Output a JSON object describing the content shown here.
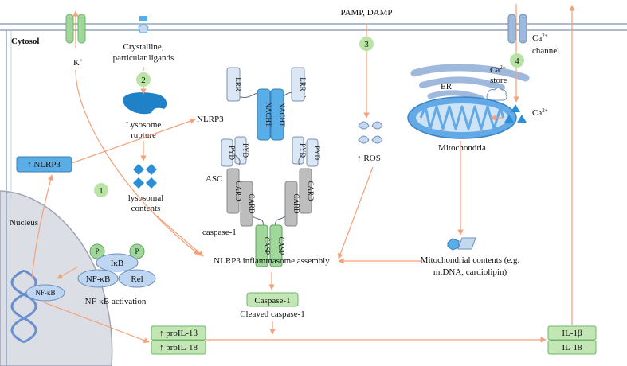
{
  "labels": {
    "cytosol": "Cytosol",
    "pamp_damp": "PAMP, DAMP",
    "k_plus": "K",
    "k_sup": "+",
    "crystalline_1": "Crystalline,",
    "crystalline_2": "particular ligands",
    "lysosome_1": "Lysosome",
    "lysosome_2": "rupture",
    "lysosomal_1": "lysosomal",
    "lysosomal_2": "contents",
    "nlrp3": "NLRP3",
    "asc": "ASC",
    "caspase1": "caspase-1",
    "ros": "↑ ROS",
    "er": "ER",
    "ca_store_1": "Ca",
    "ca_store_sup": "2+",
    "ca_store_2": "store",
    "mitochondria": "Mitochondria",
    "ca_ion": "Ca",
    "ca_ion_sup": "2+",
    "ca_channel_1": "Ca",
    "ca_channel_sup": "2+",
    "ca_channel_2": "channel",
    "mito_contents_1": "Mitochondrial contents (e.g.",
    "mito_contents_2": "mtDNA, cardiolipin)",
    "nucleus": "Nucleus",
    "nfkb_activation": "NF-κB activation",
    "assembly": "NLRP3 inflammasome assembly",
    "cleaved": "Cleaved caspase-1"
  },
  "steps": [
    "1",
    "2",
    "3",
    "4"
  ],
  "domains": {
    "lrr": "LRR",
    "nacht": "NACHT",
    "pyd": "PYD",
    "card": "CARD",
    "casp": "CASP"
  },
  "complex": {
    "p": "P",
    "ikb": "IκB",
    "nfkb": "NF-κB",
    "rel": "Rel",
    "nfkb_nucleus": "NF-κB"
  },
  "boxes": {
    "up_nlrp3": "↑ NLRP3",
    "caspase1_box": "Caspase-1",
    "pro_il1b": "↑ proIL-1β",
    "pro_il18": "↑ proIL-18",
    "il1b": "IL-1β",
    "il18": "IL-18"
  },
  "colors": {
    "arrow": "#f4a07a",
    "membrane": "#8fa6bf",
    "nlrp3_blue": "#5aaee8",
    "pale_blue": "#dbe7f5",
    "card_gray": "#bdbdbd",
    "casp_green": "#9fd89a",
    "step_green": "#b9e4a6",
    "nucleus_gray": "#dcdee6",
    "er_blue": "#9fb9dd",
    "mito_blue": "#62a9e8",
    "box_green": "#c3e6b5"
  }
}
